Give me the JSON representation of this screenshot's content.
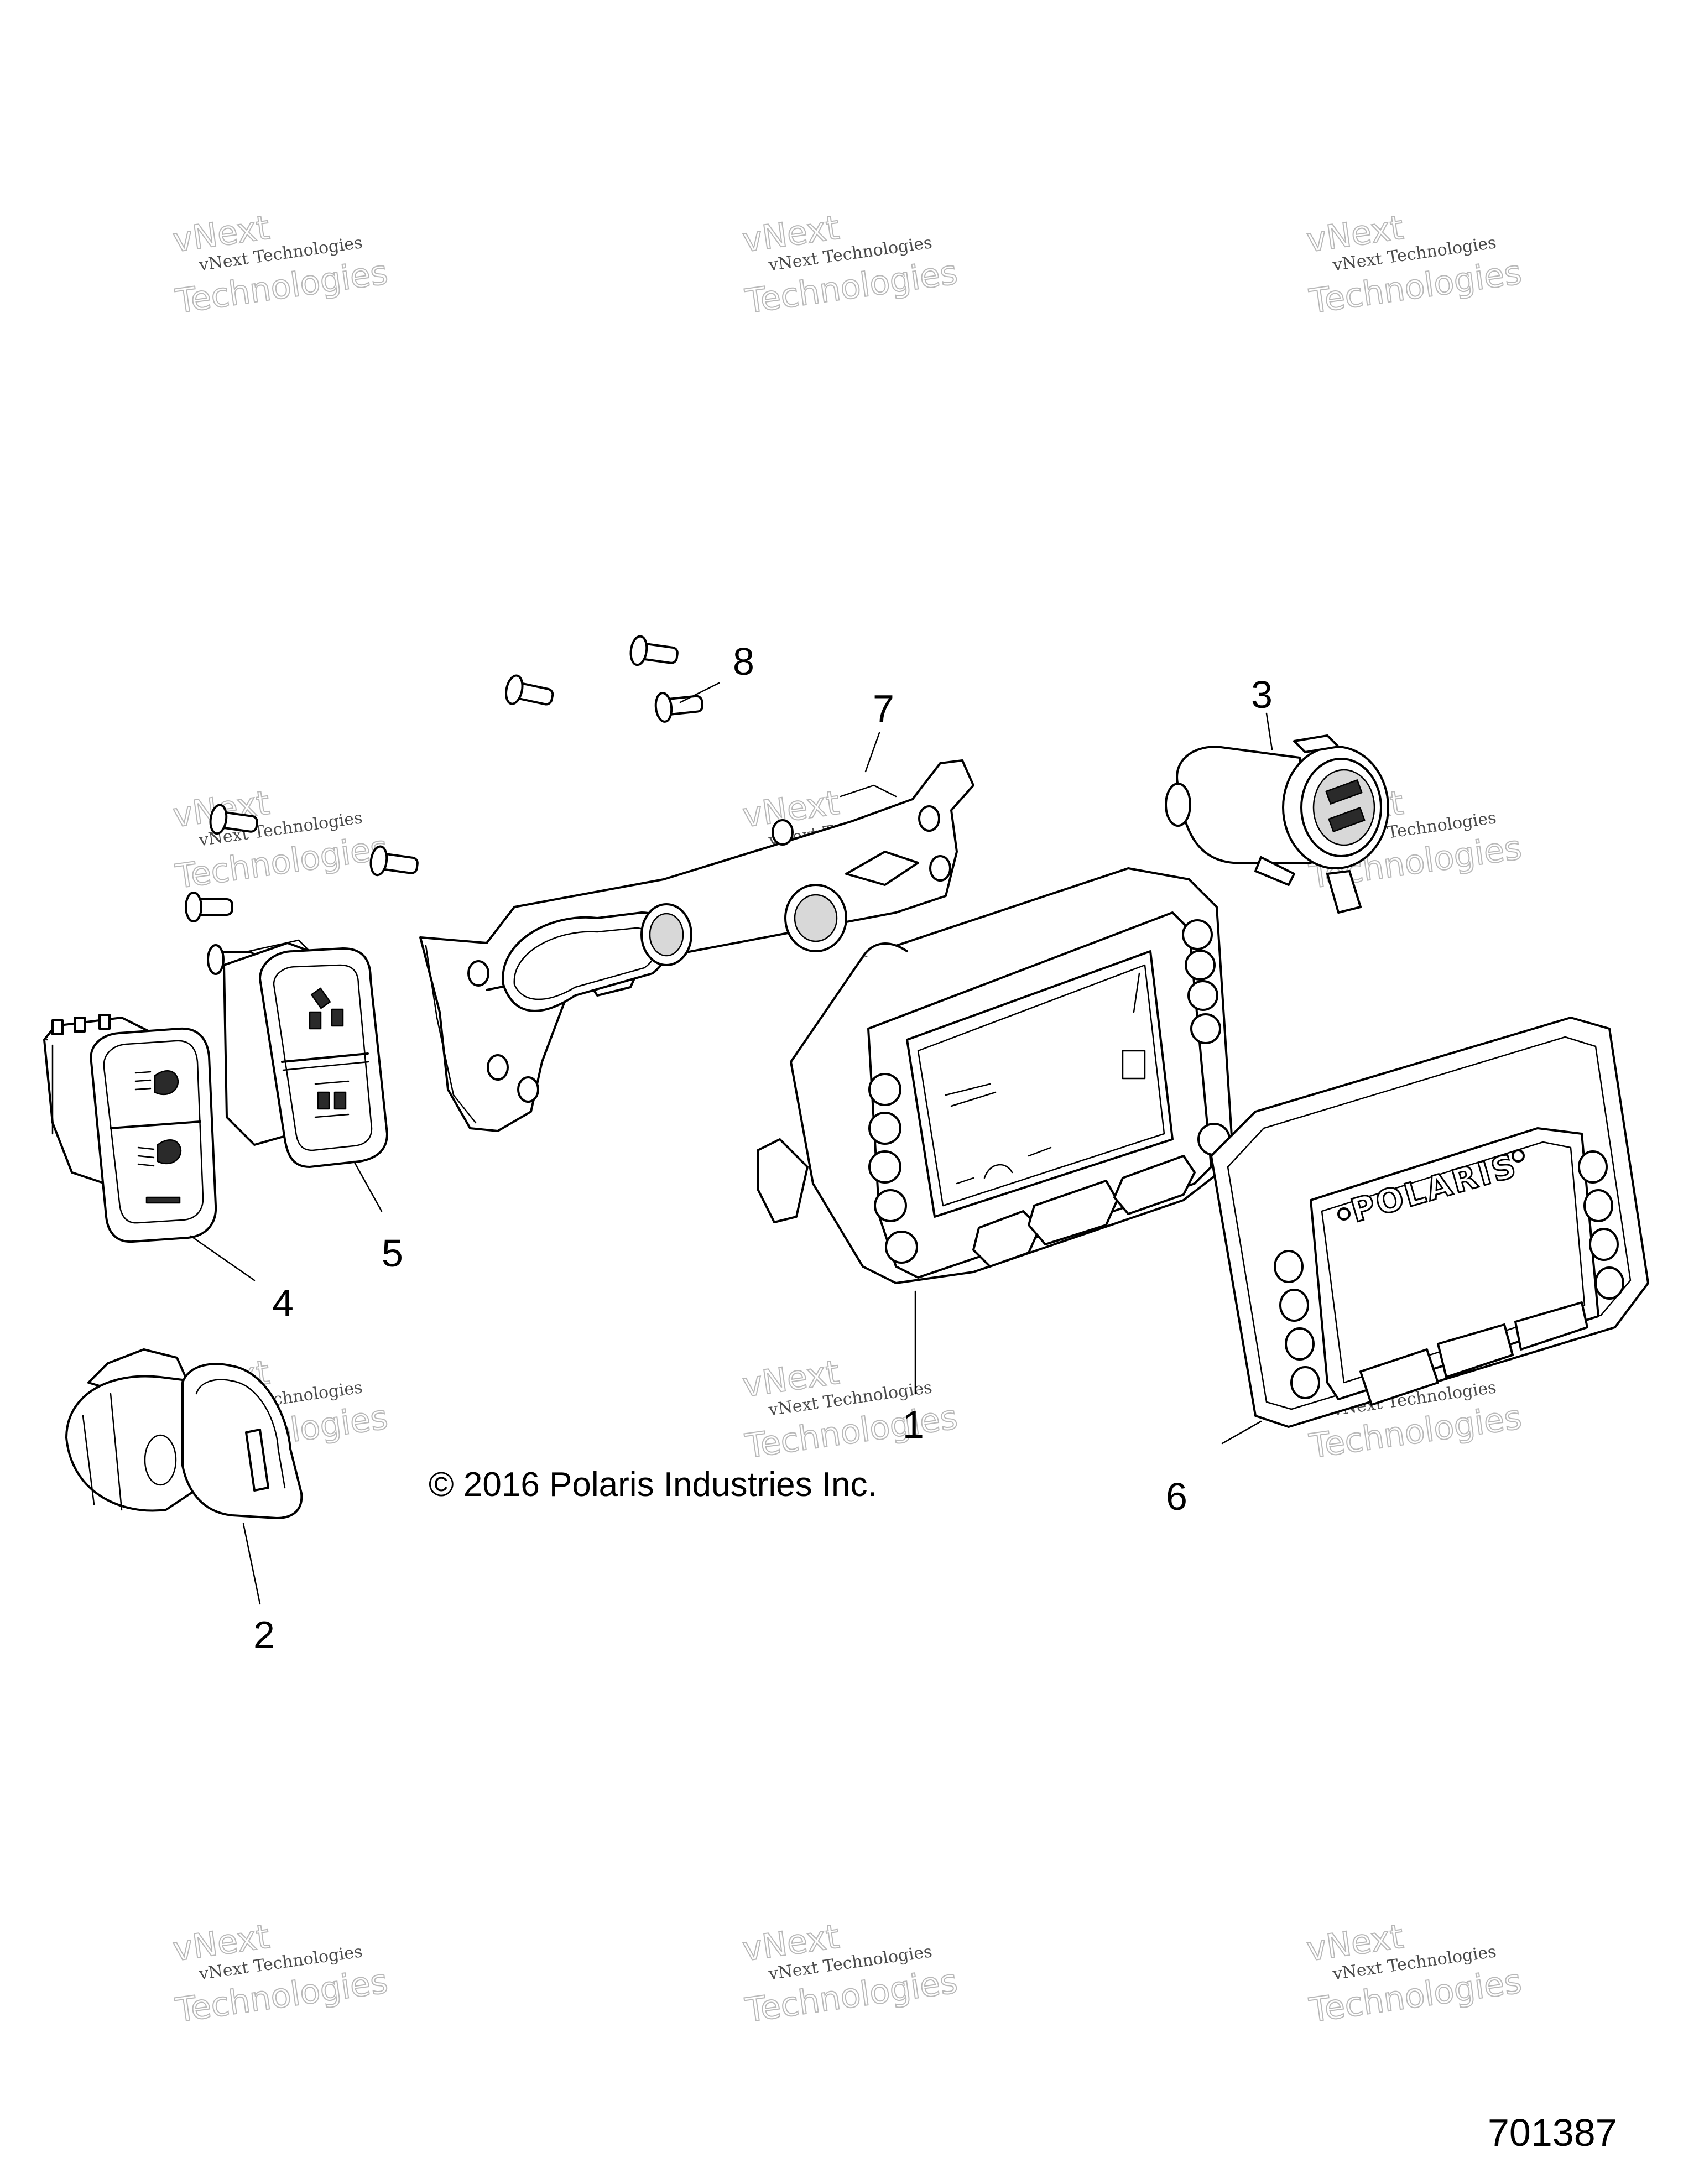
{
  "watermark": {
    "line1": "vNext",
    "line2": "vNext Technologies",
    "line3": "Technologies"
  },
  "copyright": "© 2016 Polaris Industries Inc.",
  "part_number": "701387",
  "bezel_logo": "POLARIS",
  "callouts": [
    "1",
    "2",
    "3",
    "4",
    "5",
    "6",
    "7",
    "8"
  ]
}
